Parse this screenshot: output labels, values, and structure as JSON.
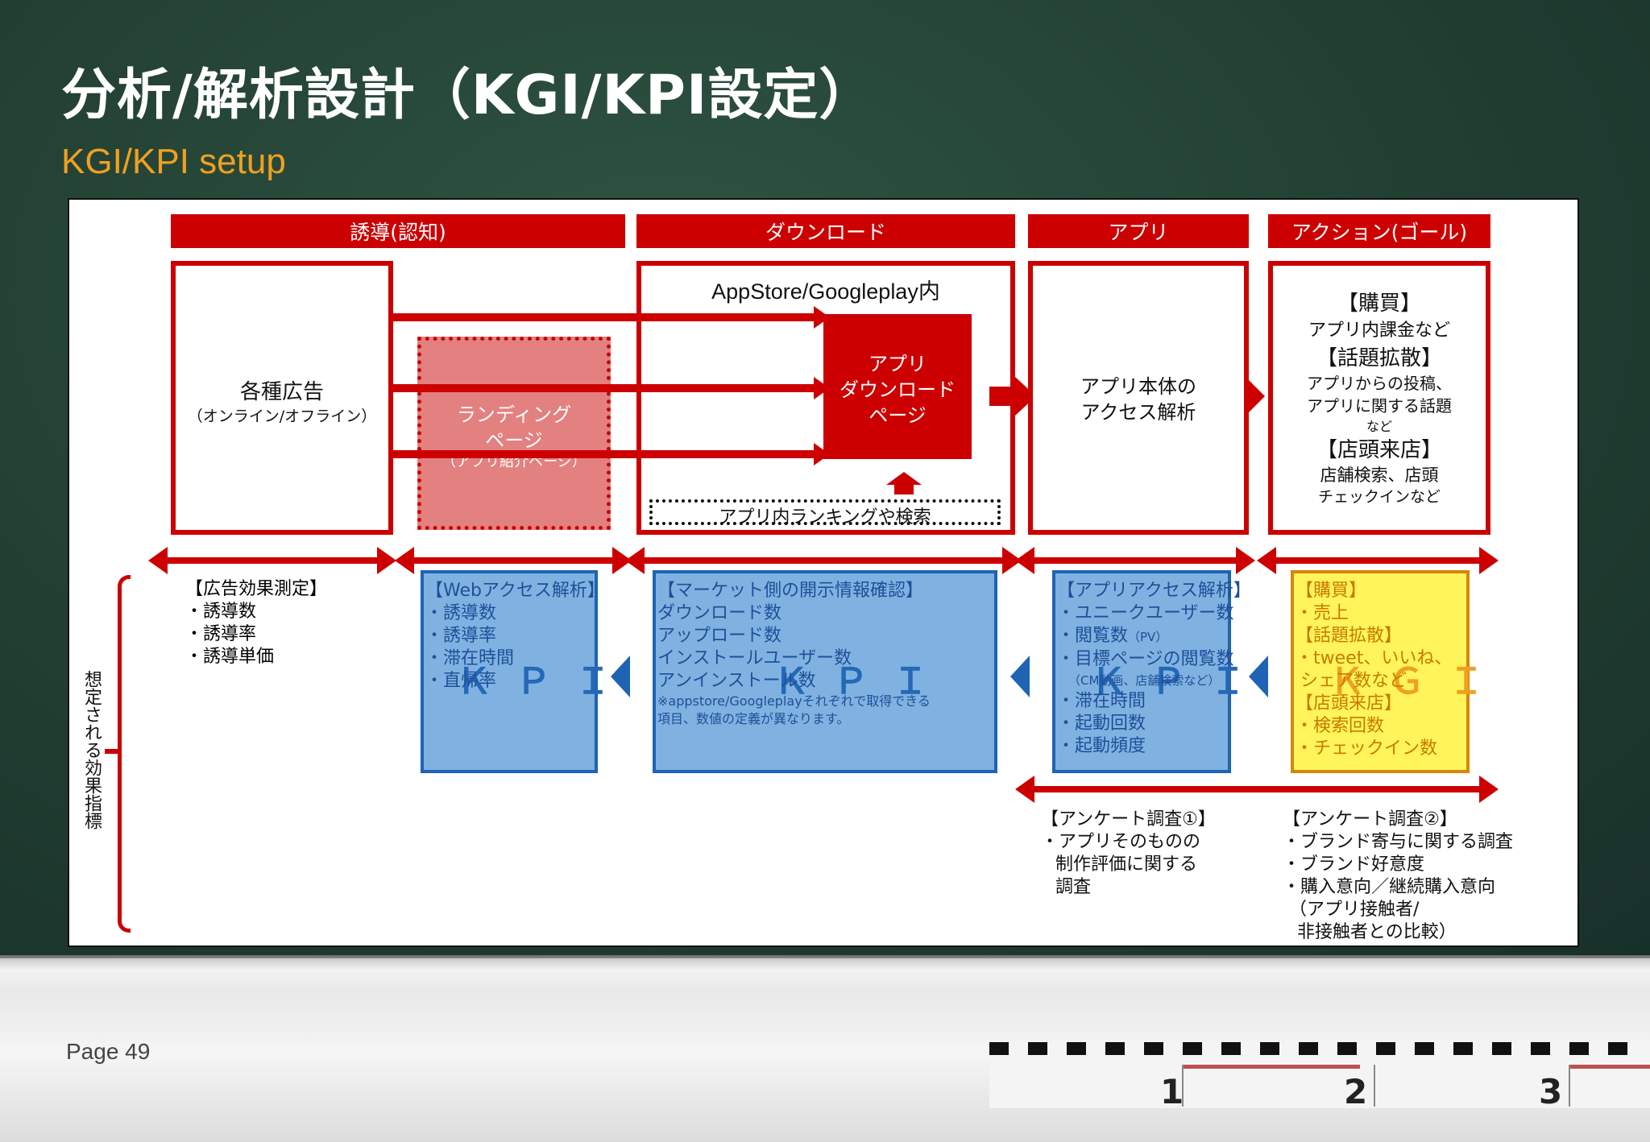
{
  "title": "分析/解析設計（KGI/KPI設定）",
  "subtitle": "KGI/KPI setup",
  "headers": [
    "誘導(認知)",
    "ダウンロード",
    "アプリ",
    "アクション(ゴール)"
  ],
  "ads_box": {
    "title": "各種広告",
    "sub": "（オンライン/オフライン）"
  },
  "landing": {
    "line1": "ランディング",
    "line2": "ページ",
    "sub": "（アプリ紹介ページ）"
  },
  "store": {
    "title": "AppStore/Googleplay内",
    "page_line1": "アプリ",
    "page_line2": "ダウンロード",
    "page_line3": "ページ",
    "ranking": "アプリ内ランキングや検索"
  },
  "app_box": {
    "line1": "アプリ本体の",
    "line2": "アクセス解析"
  },
  "goal_box": {
    "purchase": "【購買】",
    "purchase_sub": "アプリ内課金など",
    "topic": "【話題拡散】",
    "topic_sub1": "アプリからの投稿、",
    "topic_sub2": "アプリに関する話題",
    "topic_sub3": "など",
    "store_visit": "【店頭来店】",
    "store_sub1": "店舗検索、店頭",
    "store_sub2": "チェックインなど"
  },
  "side_label": "想定される効果指標",
  "col1": [
    "【広告効果測定】",
    "・誘導数",
    "・誘導率",
    "・誘導単価"
  ],
  "col2": [
    "【Webアクセス解析】",
    "・誘導数",
    "・誘導率",
    "・滞在時間",
    "・直帰率"
  ],
  "col3": [
    "【マーケット側の開示情報確認】",
    "ダウンロード数",
    "アップロード数",
    "インストールユーザー数",
    "アンインストール数"
  ],
  "col3_note1": "※appstore/Googleplayそれぞれで取得できる",
  "col3_note2": "項目、数値の定義が異なります。",
  "col4": [
    "【アプリアクセス解析】",
    "・ユニークユーザー数",
    "・閲覧数",
    "・目標ページの閲覧数",
    "・滞在時間",
    "・起動回数",
    "・起動頻度"
  ],
  "col4_pv": "（PV）",
  "col4_sub": "（CM動画、店舗検索など）",
  "col5": [
    "【購買】",
    "・売上",
    "【話題拡散】",
    "・tweet、いいね、",
    "シェア数など",
    "【店頭来店】",
    "・検索回数",
    "・チェックイン数"
  ],
  "kpi_label": "ＫＰＩ",
  "kgi_label": "ＫＧＩ",
  "survey1": [
    "【アンケート調査①】",
    "・アプリそのものの",
    "制作評価に関する",
    "調査"
  ],
  "survey2": [
    "【アンケート調査②】",
    "・ブランド寄与に関する調査",
    "・ブランド好意度",
    "・購入意向／継続購入意向",
    "（アプリ接触者/",
    "非接触者との比較）"
  ],
  "page_label": "Page 49",
  "ruler_numbers": [
    "1",
    "2",
    "3"
  ],
  "colors": {
    "red": "#cc0000",
    "blue": "#1f63b5",
    "kpi_fill": "#7fb2e0",
    "kgi_fill": "#fff45a",
    "orange": "#f0a020"
  }
}
